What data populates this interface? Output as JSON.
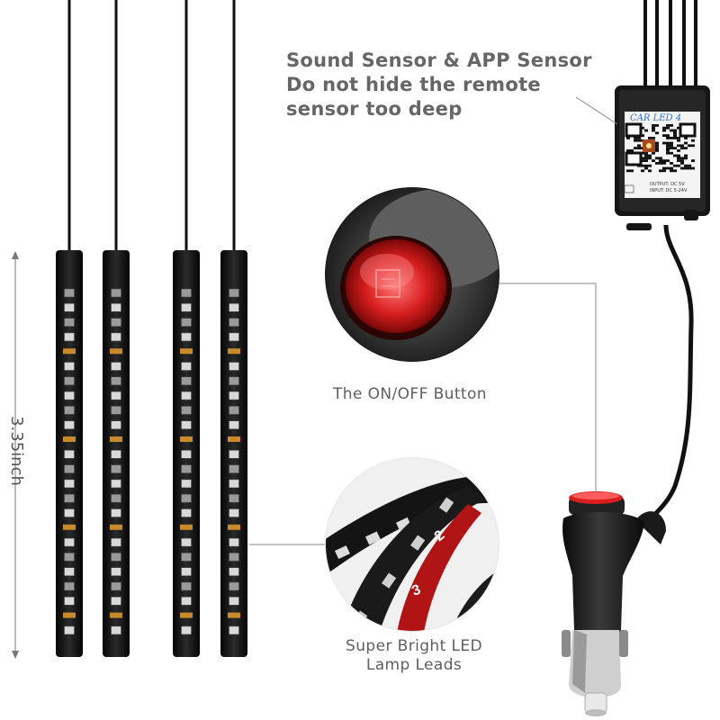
{
  "captions": {
    "sensor_line1": "Sound Sensor & APP Sensor",
    "sensor_line2": "Do not hide the remote",
    "sensor_line3": "sensor too deep",
    "onoff": "The ON/OFF Button",
    "leads_line1": "Super Bright LED",
    "leads_line2": "Lamp Leads",
    "dimension": "3.35inch"
  },
  "controller": {
    "brand": "CAR LED 4",
    "output_text": "OUTPUT: DC 5V",
    "input_text": "INPUT: DC 5-24V"
  },
  "leads_numbers": [
    "2",
    "3"
  ],
  "colors": {
    "led_red": "#d81e1e",
    "strip_black": "#151515",
    "text_gray": "#5f5f5f"
  }
}
